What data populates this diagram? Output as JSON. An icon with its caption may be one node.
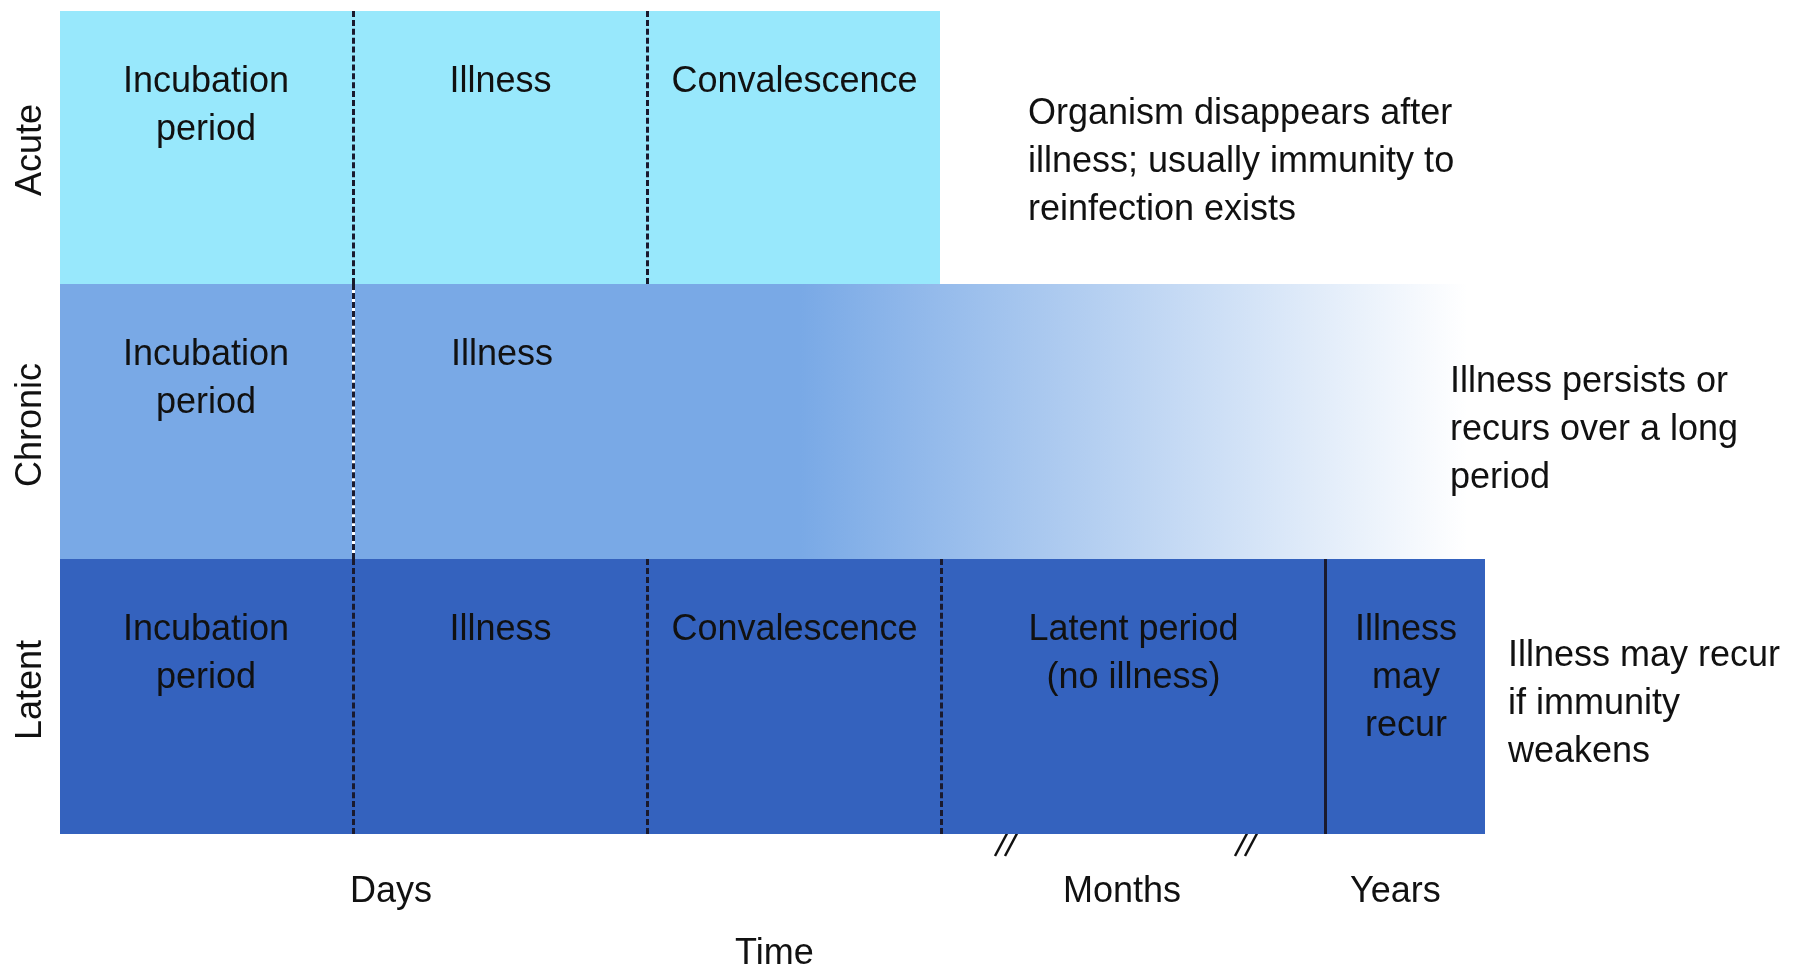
{
  "diagram": {
    "nodes": [
      {
        "text": [
          "Incubation period"
        ]
      },
      {
        "text": [
          "Illness"
        ]
      },
      {
        "text": [
          "Convalescence"
        ]
      },
      {
        "text": [
          "Incubation period"
        ]
      },
      {
        "text": [
          "Illness"
        ]
      },
      {
        "text": [
          "Incubation period"
        ]
      },
      {
        "text": [
          "Illness"
        ]
      },
      {
        "text": [
          "Convalescence"
        ]
      },
      {
        "text": [
          "Latent period (no illness)"
        ]
      },
      {
        "text": [
          "Illness may recur"
        ]
      }
    ],
    "edges": [],
    "labels": [
      "Acute",
      "Organism disappears after illness; usually immunity to reinfection exists",
      "Chronic",
      "Illness persists or recurs over a long period",
      "Latent",
      "Illness may recur if immunity weakens",
      "Days",
      "Months",
      "Years",
      "Time"
    ]
  }
}
